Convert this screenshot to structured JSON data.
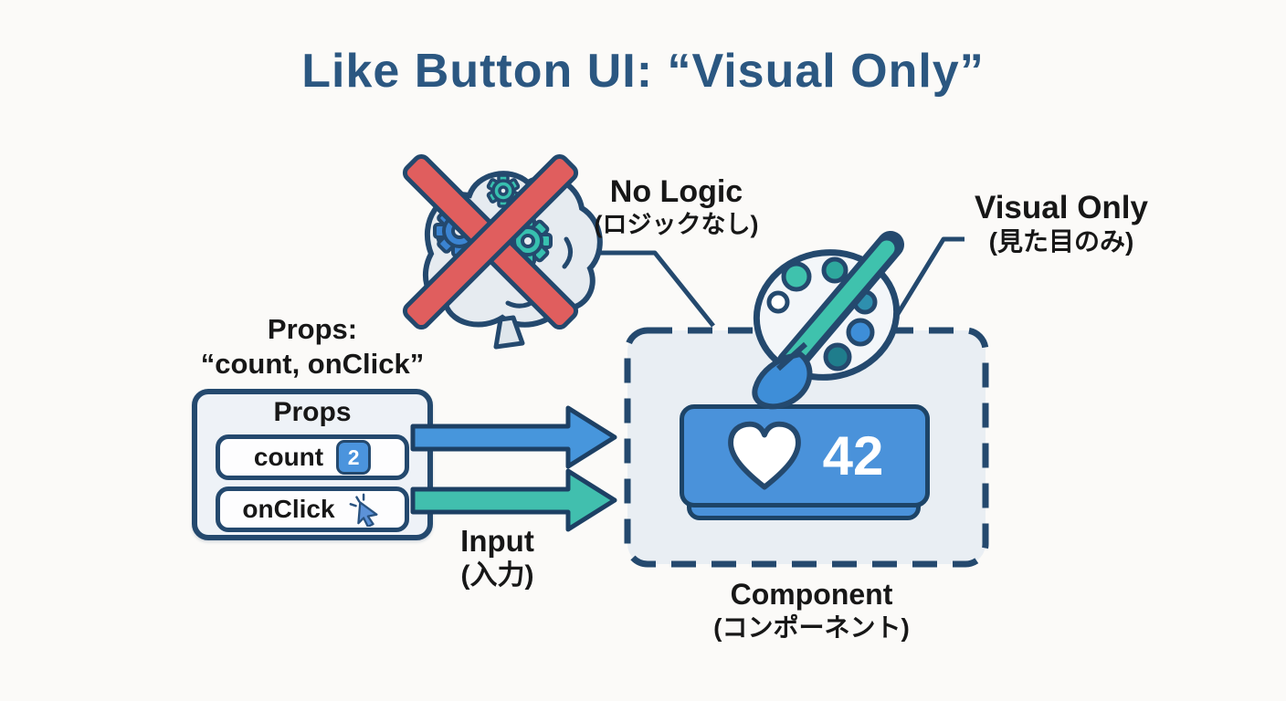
{
  "title": "Like Button UI: “Visual Only”",
  "colors": {
    "navy_outline": "#24496e",
    "title_blue": "#2b5781",
    "arrow_blue": "#4796dc",
    "arrow_teal": "#41bfae",
    "cross_red": "#e05e5e",
    "panel_fill": "#eef2f7",
    "component_fill": "#e9eef3",
    "button_blue": "#4a92da",
    "text_black": "#171717",
    "background": "#fbfaf8"
  },
  "labels": {
    "no_logic": {
      "en": "No Logic",
      "jp": "(ロジックなし)"
    },
    "visual_only": {
      "en": "Visual Only",
      "jp": "(見た目のみ)"
    },
    "input": {
      "en": "Input",
      "jp": "(入力)"
    },
    "component": {
      "en": "Component",
      "jp": "(コンポーネント)"
    },
    "props_caption": {
      "line1": "Props:",
      "line2": "“count, onClick”"
    }
  },
  "props_box": {
    "header": "Props",
    "items": [
      {
        "label": "count",
        "badge": "2",
        "icon": "count-badge"
      },
      {
        "label": "onClick",
        "icon": "cursor-click-icon"
      }
    ]
  },
  "like_button": {
    "count": "42",
    "icon": "heart-icon"
  },
  "icons": {
    "brain": "brain-gears-crossed-out-icon",
    "palette": "paint-palette-brush-icon"
  }
}
